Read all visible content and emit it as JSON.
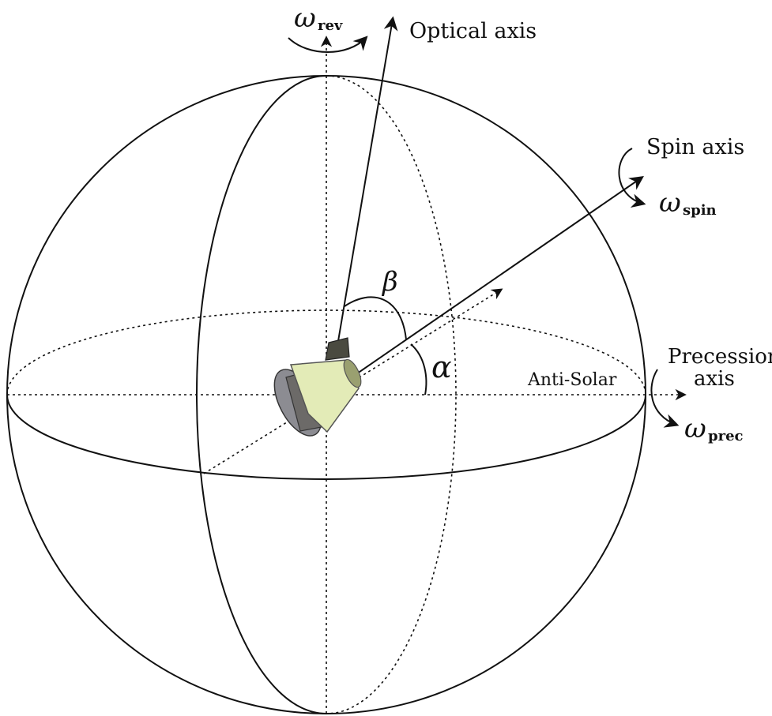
{
  "labels": {
    "omega": "ω",
    "rev_sub": "rev",
    "spin_sub": "spin",
    "prec_sub": "prec",
    "optical_axis": "Optical axis",
    "spin_axis": "Spin axis",
    "precession_line1": "Precession",
    "precession_line2": "axis",
    "anti_solar": "Anti-Solar",
    "beta": "β",
    "alpha": "α"
  },
  "colors": {
    "stroke": "#111111",
    "cone_fill": "#e3ebb7",
    "cone_rim": "#9aa070",
    "panel_dark": "#4a4a40",
    "shield_grey": "#8c8c92",
    "body_grey": "#6c6a68"
  }
}
